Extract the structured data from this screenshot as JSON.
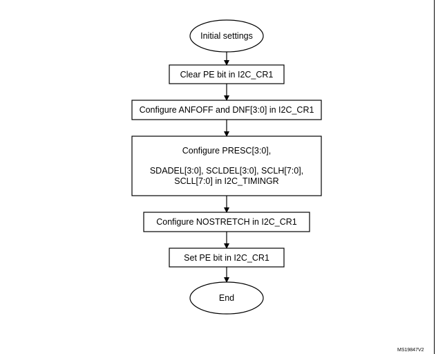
{
  "flowchart": {
    "start": "Initial settings",
    "steps": [
      "Clear PE bit in I2C_CR1",
      "Configure ANFOFF and DNF[3:0] in I2C_CR1",
      [
        "Configure PRESC[3:0],",
        "",
        "SDADEL[3:0], SCLDEL[3:0], SCLH[7:0],",
        "SCLL[7:0]  in I2C_TIMINGR"
      ],
      "Configure NOSTRETCH in I2C_CR1",
      "Set PE bit in I2C_CR1"
    ],
    "end": "End"
  },
  "figure_ref": "MS19847V2"
}
